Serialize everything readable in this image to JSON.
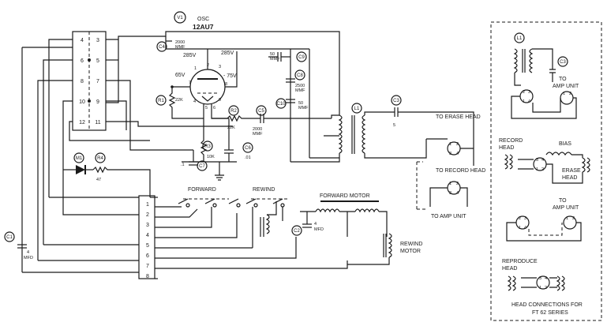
{
  "tube": {
    "ref": "V1",
    "func": "OSC",
    "type": "12AU7",
    "plate_voltage": "285V",
    "plate_voltage_right": "285V",
    "cathode_voltage": "65V",
    "grid_voltage": "- 75V",
    "pin_labels": [
      "1",
      "2",
      "3",
      "4",
      "5",
      "6",
      "7",
      "8",
      "9"
    ]
  },
  "terminal_strip": {
    "pins_left": [
      "4",
      "6",
      "8",
      "10",
      "12"
    ],
    "pins_right": [
      "3",
      "5",
      "7",
      "9",
      "11"
    ]
  },
  "connector_strip": {
    "pins": [
      "1",
      "2",
      "3",
      "4",
      "5",
      "6",
      "7",
      "8"
    ]
  },
  "components": {
    "C4": {
      "ref": "C4",
      "value_line1": "2000",
      "value_line2": "MMF"
    },
    "C9": {
      "ref": "C9",
      "value_line1": "50",
      "value_line2": "MMF"
    },
    "C8": {
      "ref": "C8",
      "value_line1": "2500",
      "value_line2": "MMF"
    },
    "C10": {
      "ref": "C10",
      "value_line1": "50",
      "value_line2": "MMF"
    },
    "C5": {
      "ref": "C5",
      "value_line1": "2000",
      "value_line2": "MMF"
    },
    "C6": {
      "ref": "C6",
      "value": ".01"
    },
    "C7": {
      "ref": "C7",
      "value": ".1"
    },
    "C1": {
      "ref": "C1",
      "value_line1": "4",
      "value_line2": "MFD"
    },
    "C2": {
      "ref": "C2",
      "value_line1": "4",
      "value_line2": "MFD"
    },
    "C3": {
      "ref": "C3",
      "value": "5"
    },
    "R1": {
      "ref": "R1",
      "value": "22K"
    },
    "R2": {
      "ref": "R2",
      "value": "22K"
    },
    "R3": {
      "ref": "R3",
      "value": "10K"
    },
    "R4": {
      "ref": "R4",
      "value": "47"
    },
    "M1": {
      "ref": "M1"
    },
    "L1": {
      "ref": "L1"
    }
  },
  "switch_labels": {
    "forward": "FORWARD",
    "rewind": "REWIND",
    "forward_motor": "FORWARD MOTOR",
    "rewind_motor_line1": "REWIND",
    "rewind_motor_line2": "MOTOR"
  },
  "head_labels": {
    "to_erase_head": "TO ERASE HEAD",
    "to_record_head": "TO RECORD HEAD",
    "to_amp_unit": "TO AMP UNIT"
  },
  "inset": {
    "l1_ref": "L1",
    "c3_ref": "C3",
    "to_amp_unit_1_line1": "TO",
    "to_amp_unit_1_line2": "AMP UNIT",
    "record_head_line1": "RECORD",
    "record_head_line2": "HEAD",
    "bias": "BIAS",
    "erase_head_line1": "ERASE",
    "erase_head_line2": "HEAD",
    "to_amp_unit_2_line1": "TO",
    "to_amp_unit_2_line2": "AMP UNIT",
    "reproduce_head_line1": "REPRODUCE",
    "reproduce_head_line2": "HEAD",
    "caption_line1": "HEAD CONNECTIONS FOR",
    "caption_line2": "FT 62 SERIES"
  }
}
